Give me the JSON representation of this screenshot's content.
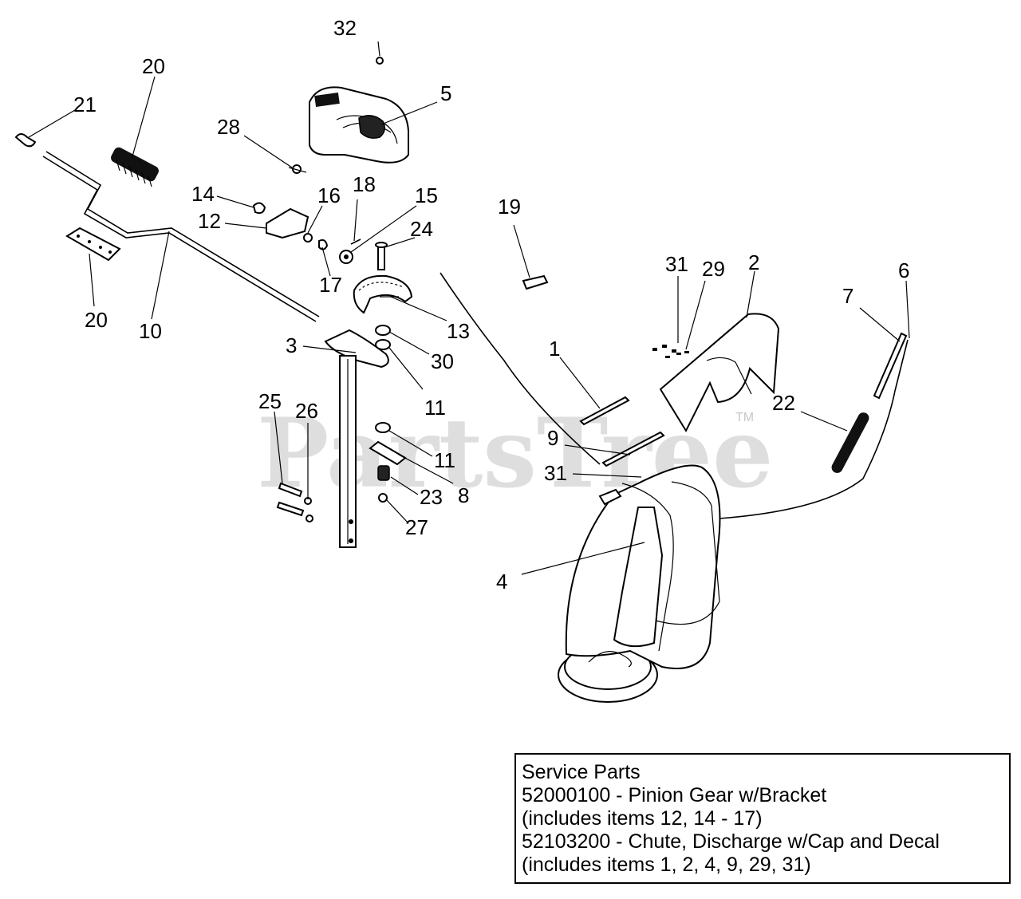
{
  "watermark": {
    "text": "PartsTree",
    "trademark": "TM"
  },
  "callouts": {
    "c32": "32",
    "c20a": "20",
    "c21": "21",
    "c5": "5",
    "c28": "28",
    "c14": "14",
    "c16": "16",
    "c18": "18",
    "c15": "15",
    "c12": "12",
    "c19": "19",
    "c24": "24",
    "c17": "17",
    "c31a": "31",
    "c29": "29",
    "c2": "2",
    "c6": "6",
    "c7": "7",
    "c13": "13",
    "c20b": "20",
    "c10": "10",
    "c3": "3",
    "c30": "30",
    "c1": "1",
    "c11a": "11",
    "c25": "25",
    "c26": "26",
    "c22": "22",
    "c9": "9",
    "c11b": "11",
    "c31b": "31",
    "c8": "8",
    "c23": "23",
    "c27": "27",
    "c4": "4"
  },
  "service_parts": {
    "title": "Service Parts",
    "line1": "52000100 - Pinion Gear w/Bracket",
    "line2": "(includes items 12, 14 - 17)",
    "line3": "52103200 - Chute, Discharge w/Cap and Decal",
    "line4": "(includes items 1, 2, 4, 9, 29, 31)"
  }
}
